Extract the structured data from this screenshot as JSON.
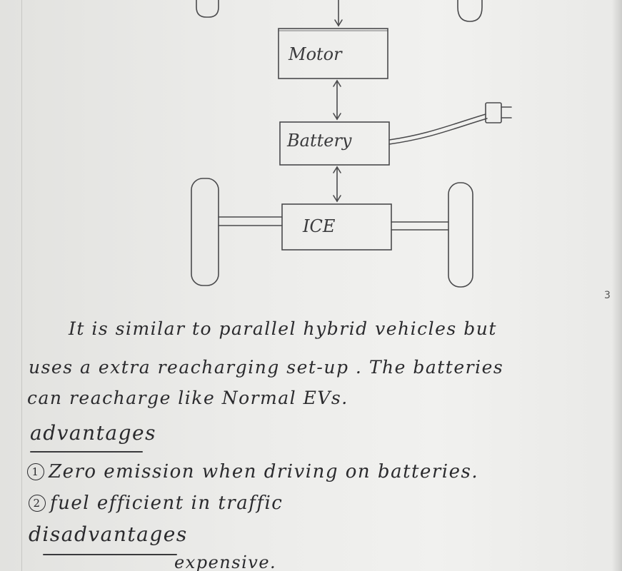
{
  "diagram": {
    "motor_label": "Motor",
    "battery_label": "Battery",
    "ice_label": "ICE"
  },
  "text": {
    "line1": "It is similar to parallel hybrid vehicles but",
    "line2": "uses a extra reacharging set-up . The batteries",
    "line3": "can reacharge like Normal EVs.",
    "advantages_heading": "advantages",
    "advantages": [
      {
        "num": "1",
        "text": "Zero emission when driving on batteries."
      },
      {
        "num": "2",
        "text": "fuel efficient in traffic"
      }
    ],
    "disadvantages_heading": "disadvantages",
    "cut_line": "expensive.",
    "side_mark": "3"
  },
  "colors": {
    "paper": "#ececea",
    "ink": "#2a2a2d",
    "pencil": "#4a4a4c"
  }
}
